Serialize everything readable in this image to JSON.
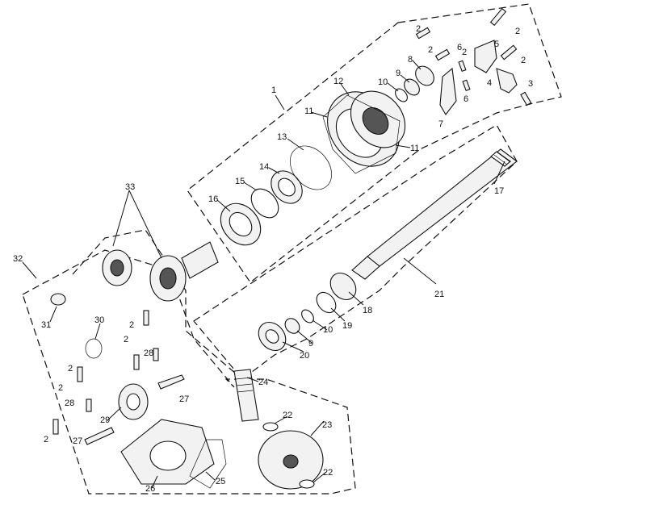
{
  "diagram": {
    "callouts": {
      "c1": "1",
      "c2a": "2",
      "c2b": "2",
      "c2c": "2",
      "c2d": "2",
      "c2e": "2",
      "c2f": "2",
      "c2g": "2",
      "c2h": "2",
      "c2i": "2",
      "c2j": "2",
      "c3": "3",
      "c4": "4",
      "c5": "5",
      "c6a": "6",
      "c6b": "6",
      "c7": "7",
      "c8": "8",
      "c9a": "9",
      "c9b": "9",
      "c10a": "10",
      "c10b": "10",
      "c11a": "11",
      "c11b": "11",
      "c12": "12",
      "c13": "13",
      "c14": "14",
      "c15": "15",
      "c16": "16",
      "c17": "17",
      "c18": "18",
      "c19": "19",
      "c20": "20",
      "c21": "21",
      "c22a": "22",
      "c22b": "22",
      "c23": "23",
      "c24": "24",
      "c25": "25",
      "c26": "26",
      "c27a": "27",
      "c27b": "27",
      "c28a": "28",
      "c28b": "28",
      "c29": "29",
      "c30": "30",
      "c31": "31",
      "c32": "32",
      "c33": "33"
    }
  }
}
